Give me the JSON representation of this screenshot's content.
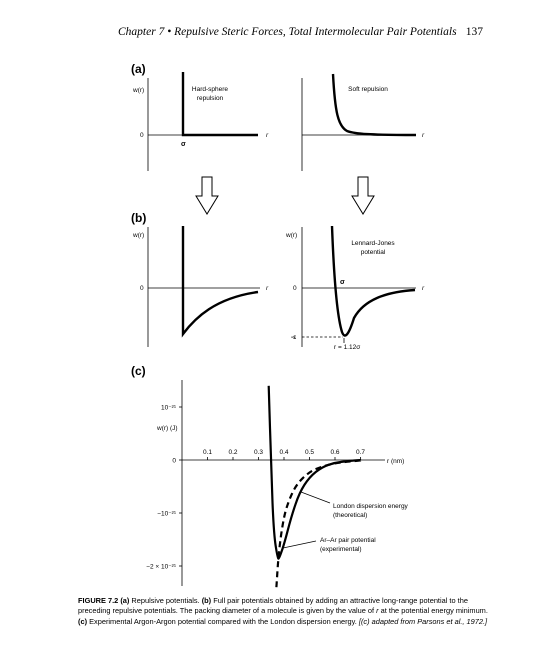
{
  "header": {
    "chapter_title": "Chapter 7 • Repulsive Steric Forces, Total Intermolecular Pair Potentials",
    "page_number": "137"
  },
  "panel_a": {
    "label": "(a)",
    "left": {
      "ylabel": "w(r)",
      "zero": "0",
      "xlabel": "r",
      "annotation": [
        "Hard-sphere",
        "repulsion"
      ],
      "sigma": "σ"
    },
    "right": {
      "xlabel": "r",
      "annotation": "Soft repulsion"
    }
  },
  "panel_b": {
    "label": "(b)",
    "left": {
      "ylabel": "w(r)",
      "zero": "0",
      "xlabel": "r"
    },
    "right": {
      "ylabel": "w(r)",
      "zero": "0",
      "xlabel": "r",
      "annotation": [
        "Lennard-Jones",
        "potential"
      ],
      "sigma": "σ",
      "min_label": "-ε",
      "min_position": "r = 1.12σ"
    }
  },
  "panel_c": {
    "label": "(c)",
    "ylabel": "w(r) (J)",
    "xlabel": "r (nm)",
    "y_ticks": [
      "10⁻²¹",
      "0",
      "−10⁻²¹",
      "−2 × 10⁻²¹"
    ],
    "x_ticks": [
      "0.1",
      "0.2",
      "0.3",
      "0.4",
      "0.5",
      "0.6",
      "0.7"
    ],
    "london_label": [
      "London dispersion energy",
      "(theoretical)"
    ],
    "arar_label": [
      "Ar–Ar pair potential",
      "(experimental)"
    ]
  },
  "chart_data": [
    {
      "type": "line",
      "title": "(a) Hard-sphere repulsion",
      "xlabel": "r",
      "ylabel": "w(r)",
      "series": [
        {
          "x": [
            "σ",
            "σ",
            "∞"
          ],
          "values": [
            "∞",
            0,
            0
          ]
        }
      ],
      "annotations": [
        "σ"
      ]
    },
    {
      "type": "line",
      "title": "(a) Soft repulsion",
      "xlabel": "r",
      "series": [
        {
          "values": "steeply decaying repulsion to 0"
        }
      ]
    },
    {
      "type": "line",
      "title": "(b) Hard-sphere with long-range attraction",
      "xlabel": "r",
      "ylabel": "w(r)",
      "series": [
        {
          "values": "vertical wall at σ, then attractive well rising to 0"
        }
      ]
    },
    {
      "type": "line",
      "title": "(b) Lennard-Jones potential",
      "xlabel": "r",
      "ylabel": "w(r)",
      "series": [
        {
          "values": "LJ curve crossing 0 at σ, minimum −ε at r = 1.12σ"
        }
      ],
      "annotations": [
        "σ",
        "-ε",
        "r = 1.12σ"
      ]
    },
    {
      "type": "line",
      "title": "(c) Argon–Argon potential",
      "xlabel": "r (nm)",
      "ylabel": "w(r) (J)",
      "xlim": [
        0,
        0.75
      ],
      "ylim": [
        -2.4e-21,
        1.4e-21
      ],
      "series": [
        {
          "name": "Ar–Ar pair potential (experimental)",
          "style": "solid",
          "x": [
            0.34,
            0.35,
            0.36,
            0.375,
            0.38,
            0.4,
            0.43,
            0.46,
            0.5,
            0.55,
            0.6,
            0.65,
            0.7
          ],
          "y": [
            1.4e-21,
            -2e-22,
            -1.4e-21,
            -1.85e-21,
            -1.87e-21,
            -1.6e-21,
            -1.05e-21,
            -6.2e-22,
            -3.2e-22,
            -1.3e-22,
            -5e-23,
            -2e-23,
            0
          ]
        },
        {
          "name": "London dispersion energy (theoretical)",
          "style": "dashed",
          "x": [
            0.37,
            0.38,
            0.4,
            0.42,
            0.45,
            0.5,
            0.55,
            0.6,
            0.65,
            0.7
          ],
          "y": [
            -2.4e-21,
            -1.7e-21,
            -1.05e-21,
            -7.5e-22,
            -4.5e-22,
            -2.2e-22,
            -1.2e-22,
            -6e-23,
            -3e-23,
            -1e-23
          ]
        }
      ]
    }
  ],
  "caption": {
    "label": "FIGURE 7.2",
    "a_label": "(a)",
    "a_text": "Repulsive potentials.",
    "b_label": "(b)",
    "b_text": "Full pair potentials obtained by adding an attractive long-range potential to the preceding repulsive potentials. The packing diameter of a molecule is given by the value of",
    "r_symbol": "r",
    "b_text2": "at the potential energy minimum.",
    "c_label": "(c)",
    "c_text": "Experimental Argon-Argon potential compared with the London dispersion energy.",
    "source": "[(c) adapted from Parsons et al., 1972.]"
  }
}
